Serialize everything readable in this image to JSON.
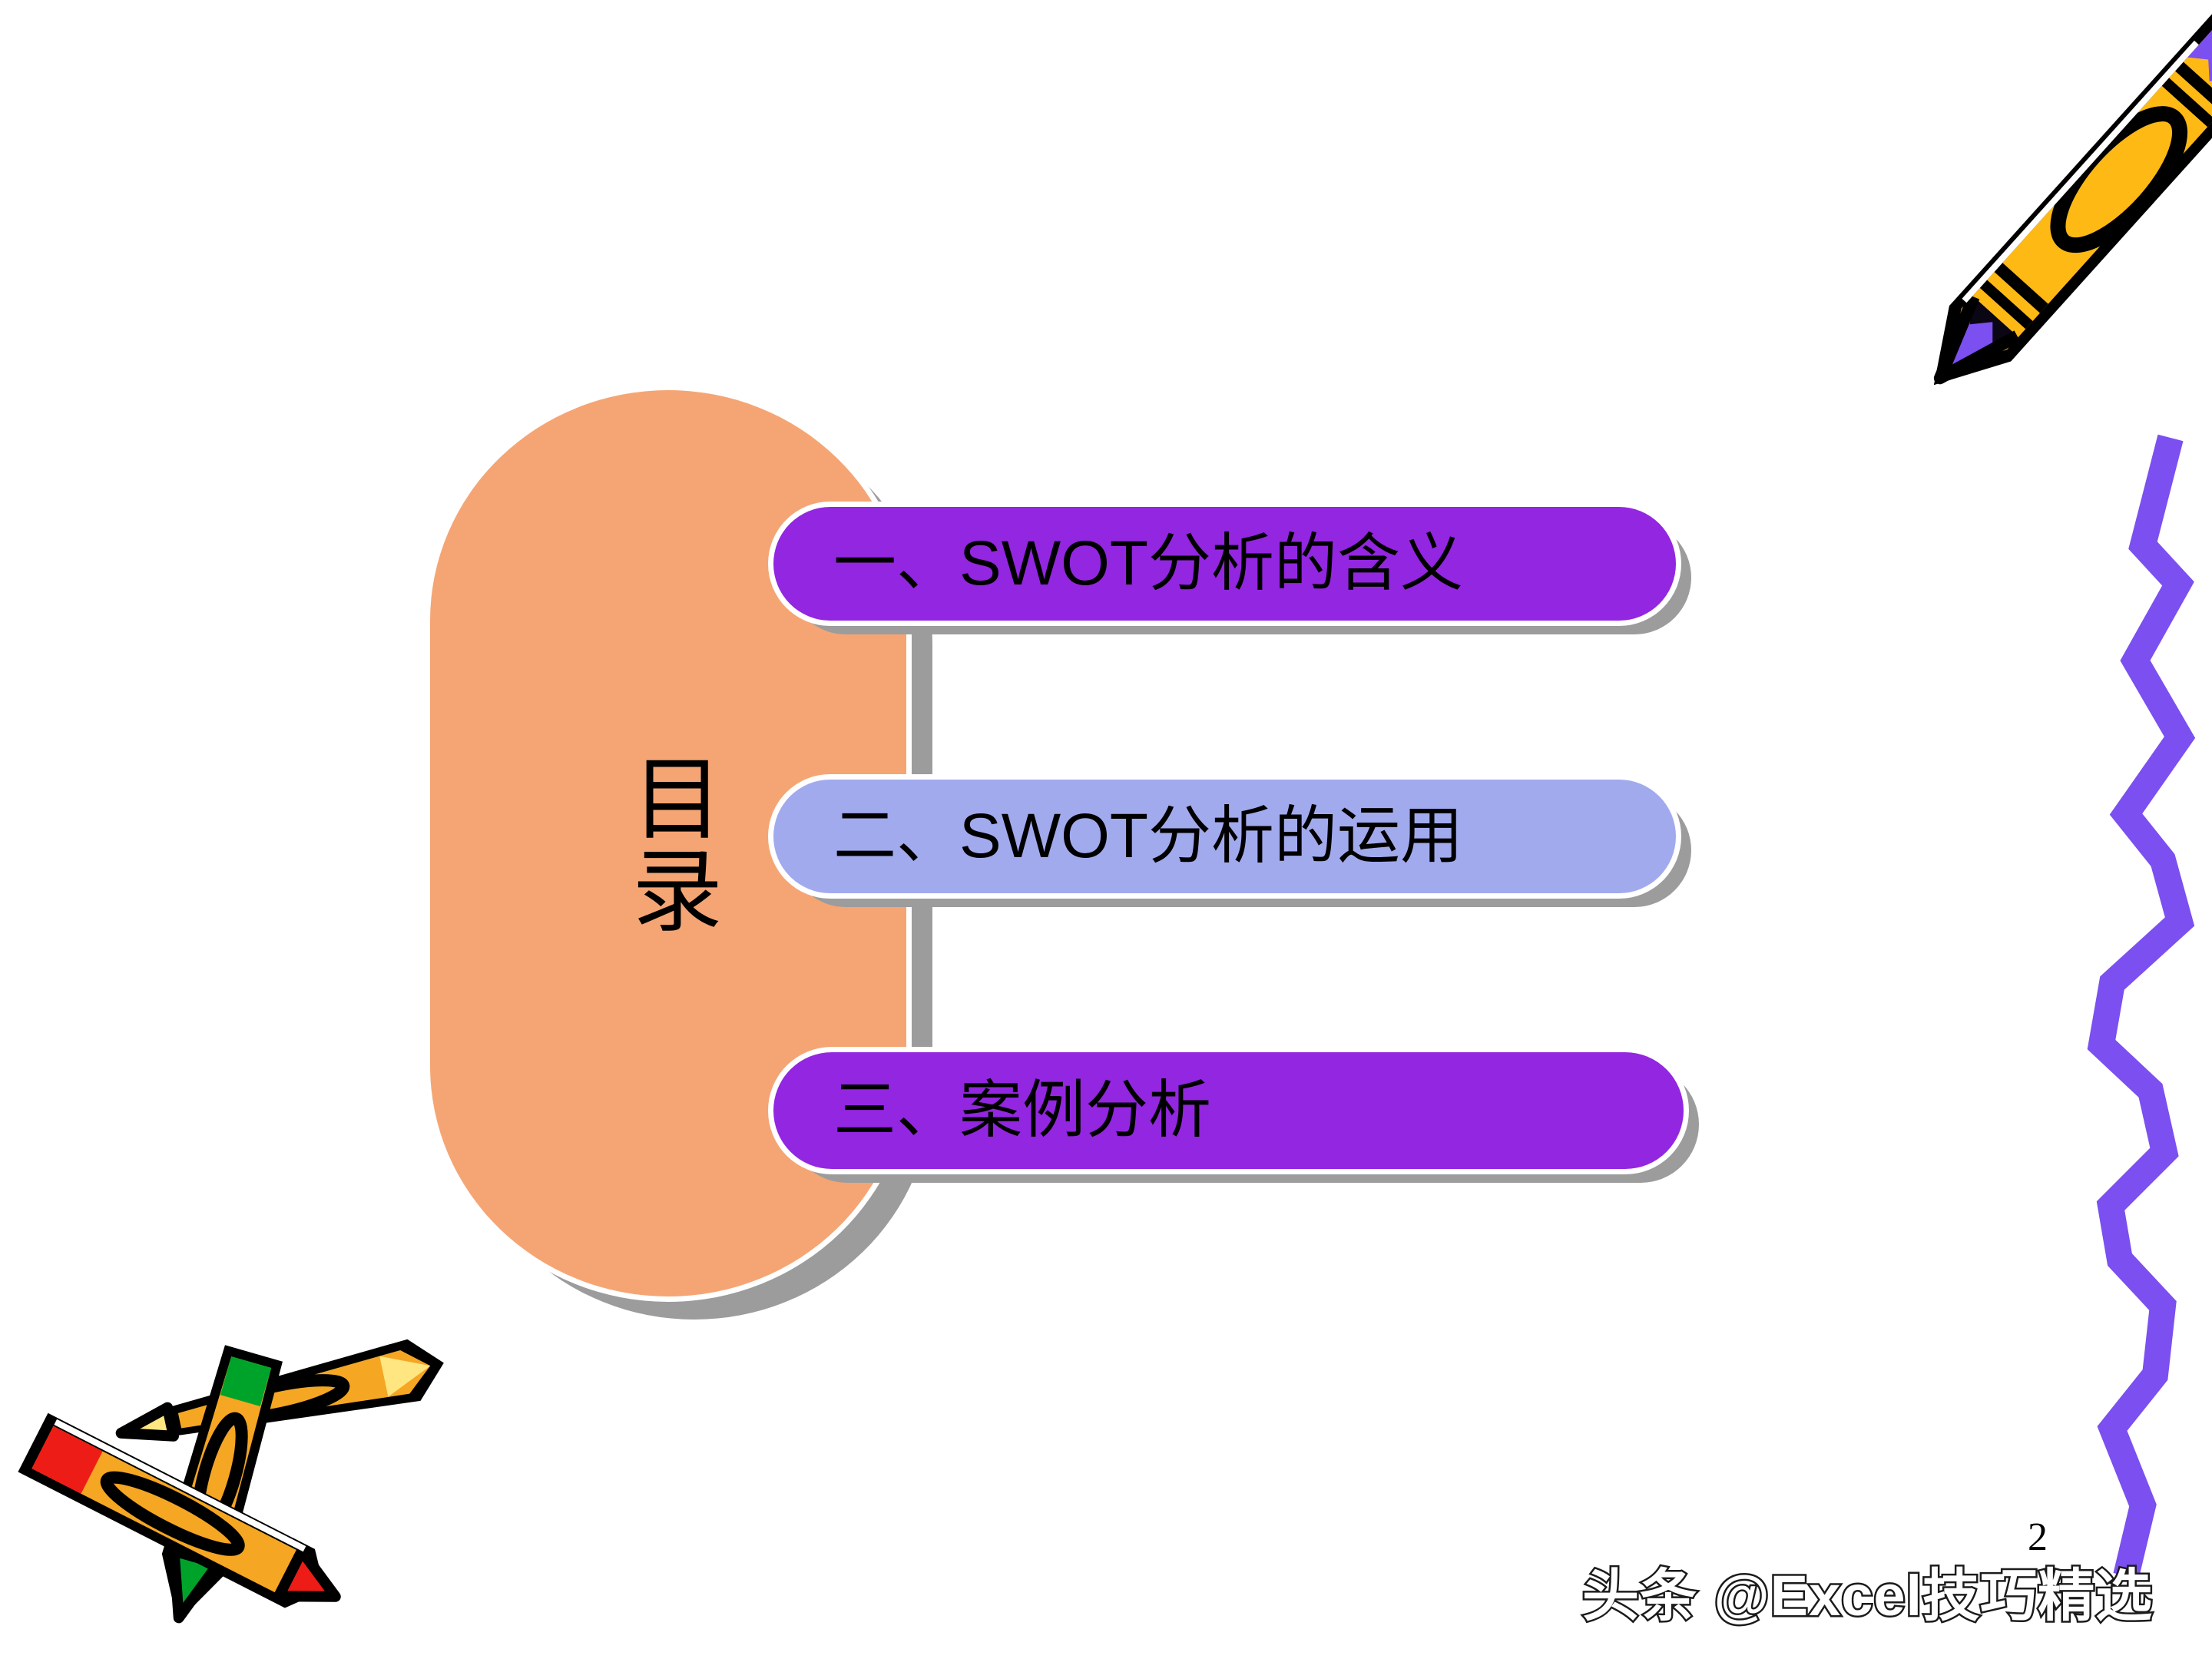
{
  "slide": {
    "background_color": "#ffffff",
    "slide_number": "2"
  },
  "toc": {
    "label": "目录",
    "fill_color": "#f5a574",
    "shadow_color": "#9c9c9c"
  },
  "agenda": {
    "items": [
      {
        "text": "一、SWOT分析的含义",
        "fill_color": "#9326e0"
      },
      {
        "text": "二、SWOT分析的运用",
        "fill_color": "#a2aaee"
      },
      {
        "text": "三、案例分析",
        "fill_color": "#9326e0"
      }
    ]
  },
  "decorations": {
    "crayon_top_right": {
      "name": "crayon-purple-tip",
      "body_color": "#ffb915",
      "tip_color": "#7b4ff0",
      "outline_color": "#000000"
    },
    "squiggle": {
      "name": "purple-squiggle-line",
      "color": "#7b4ff0"
    },
    "crayons_bottom_left": {
      "name": "crossed-crayons",
      "body_color": "#f5a623",
      "body_color_light": "#ffd24a",
      "tip_colors": [
        "#00a32a",
        "#ffe680",
        "#ee1c16"
      ],
      "outline_color": "#000000"
    }
  },
  "watermark": {
    "text": "头条 @Excel技巧精选",
    "fill_color": "#ffffff",
    "stroke_color": "#1b1b1b"
  }
}
